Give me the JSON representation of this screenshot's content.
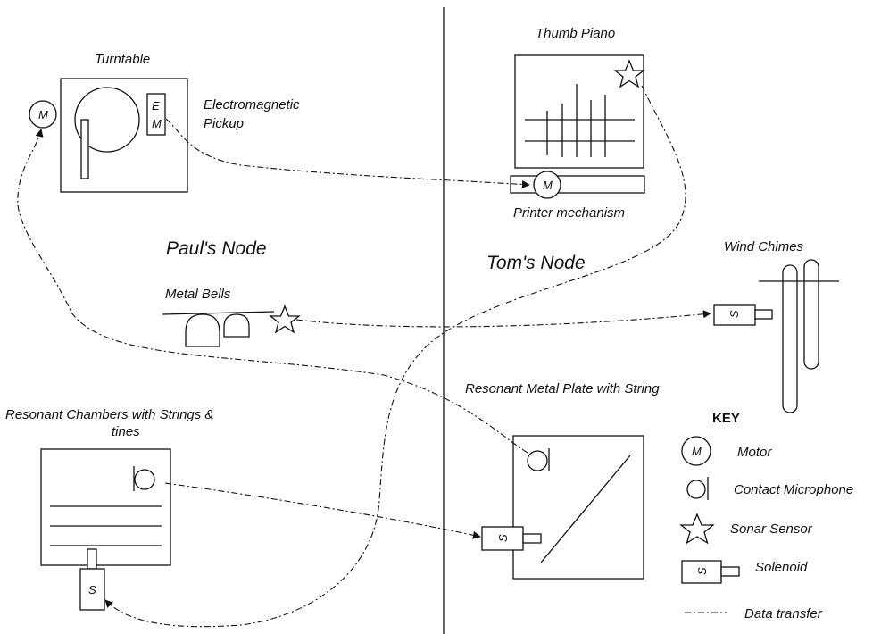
{
  "nodes": {
    "left": "Paul's Node",
    "right": "Tom's Node"
  },
  "components": {
    "turntable": "Turntable",
    "electromagnetic_pickup_line1": "Electromagnetic",
    "electromagnetic_pickup_line2": "Pickup",
    "thumb_piano": "Thumb Piano",
    "printer_mechanism": "Printer mechanism",
    "wind_chimes": "Wind Chimes",
    "metal_bells": "Metal Bells",
    "resonant_metal_plate": "Resonant Metal Plate with String",
    "resonant_chambers_line1": "Resonant Chambers with Strings &",
    "resonant_chambers_line2": "tines"
  },
  "symbols": {
    "motor": "M",
    "solenoid": "S",
    "em_top": "E",
    "em_bottom": "M"
  },
  "key": {
    "title": "KEY",
    "items": [
      {
        "icon": "motor-icon",
        "label": "Motor"
      },
      {
        "icon": "contact-microphone-icon",
        "label": "Contact Microphone"
      },
      {
        "icon": "sonar-sensor-icon",
        "label": "Sonar Sensor"
      },
      {
        "icon": "solenoid-icon",
        "label": "Solenoid"
      },
      {
        "icon": "data-transfer-line-icon",
        "label": "Data transfer"
      }
    ]
  },
  "connections": [
    {
      "from": "electromagnetic-pickup",
      "to": "printer-motor"
    },
    {
      "from": "sonar-sensor-thumb-piano",
      "to": "resonant-chambers-solenoid"
    },
    {
      "from": "sonar-sensor-metal-bells",
      "to": "wind-chimes-solenoid"
    },
    {
      "from": "plate-contact-microphone",
      "to": "turntable-motor"
    },
    {
      "from": "chambers-contact-microphone",
      "to": "plate-solenoid"
    }
  ]
}
